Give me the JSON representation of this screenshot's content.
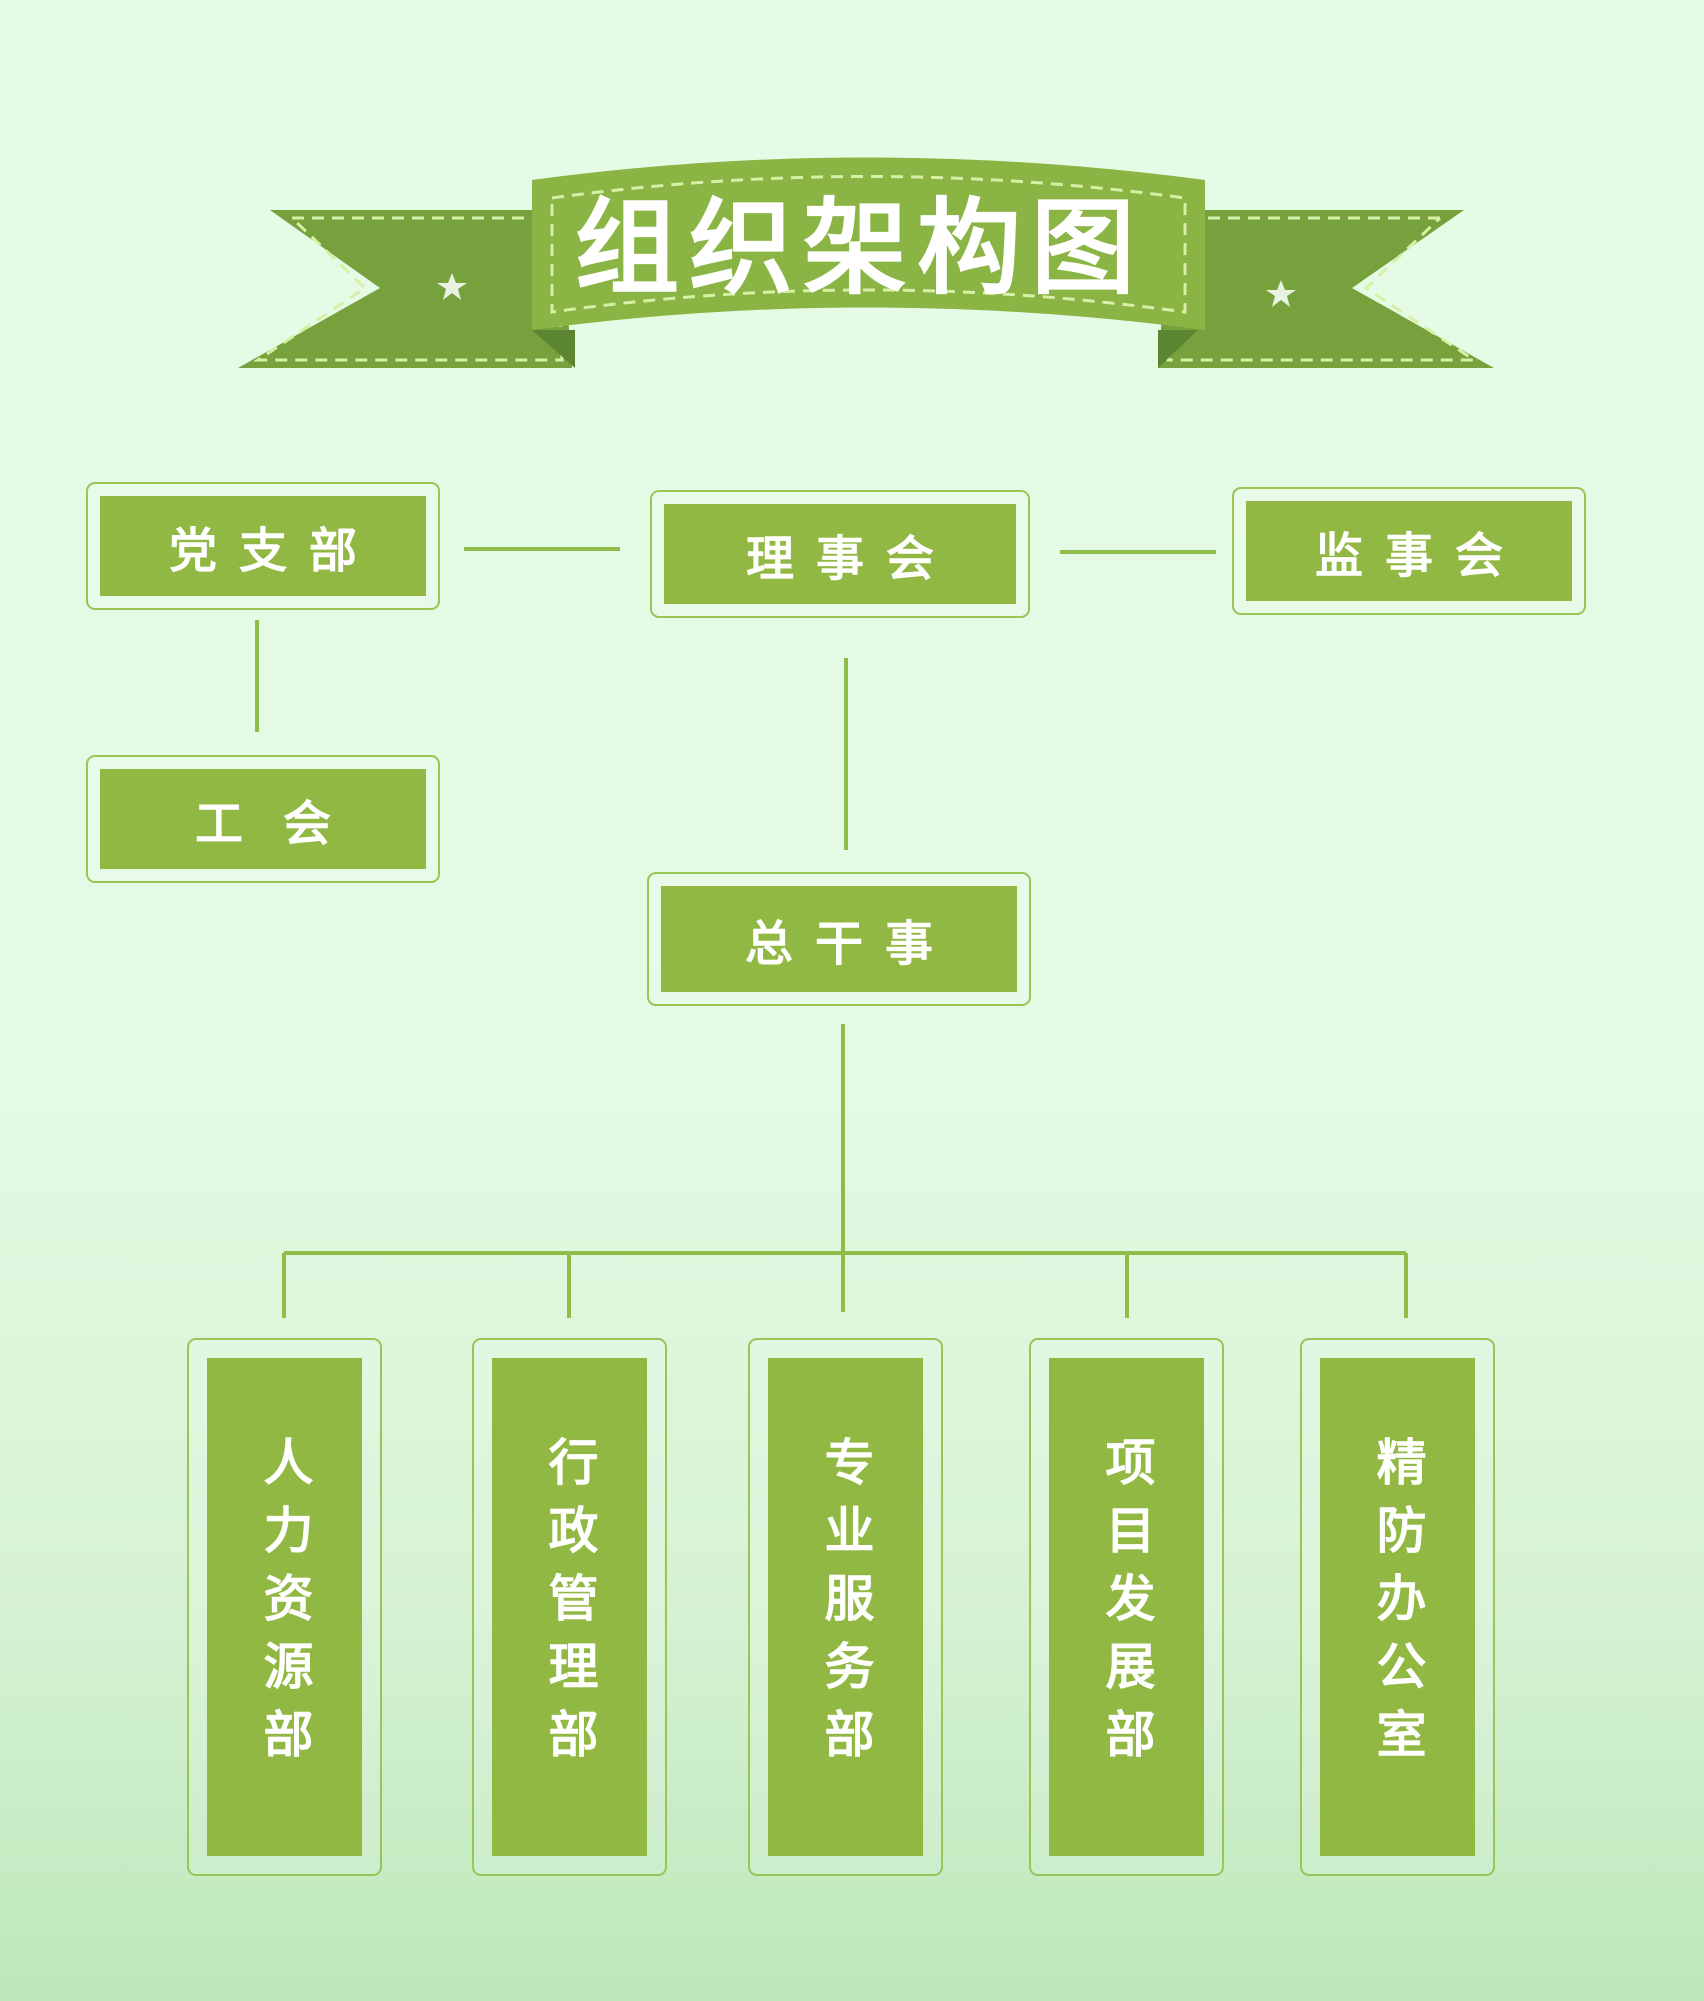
{
  "title": "组织架构图",
  "colors": {
    "node_fill": "#91b842",
    "node_border": "#99c556",
    "line": "#8fbd4a",
    "ribbon_main": "#8ab443",
    "ribbon_dark": "#76a13d",
    "ribbon_fold": "#5b8530",
    "ribbon_stitch": "#d6f0a6"
  },
  "nodes": {
    "party_branch": "党支部",
    "council": "理事会",
    "supervisory_board": "监事会",
    "union": "工会",
    "secretary_general": "总干事",
    "departments": [
      "人力资源部",
      "行政管理部",
      "专业服务部",
      "项目发展部",
      "精防办公室"
    ]
  }
}
